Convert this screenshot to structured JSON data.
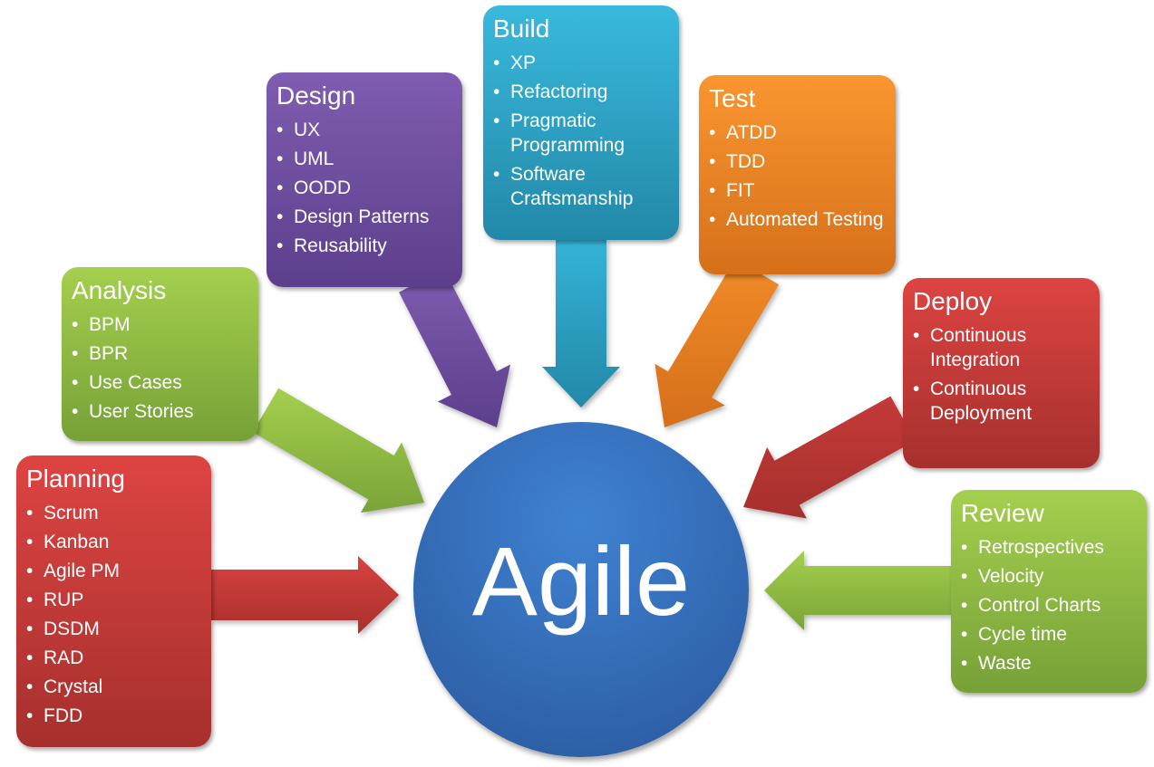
{
  "center": {
    "label": "Agile",
    "color": "#336cc0"
  },
  "boxes": [
    {
      "id": "planning",
      "title": "Planning",
      "color": "#c53a38",
      "items": [
        "Scrum",
        "Kanban",
        "Agile PM",
        "RUP",
        "DSDM",
        "RAD",
        "Crystal",
        "FDD"
      ]
    },
    {
      "id": "analysis",
      "title": "Analysis",
      "color": "#8fbd45",
      "items": [
        "BPM",
        "BPR",
        "Use Cases",
        "User Stories"
      ]
    },
    {
      "id": "design",
      "title": "Design",
      "color": "#6e4f9f",
      "items": [
        "UX",
        "UML",
        "OODD",
        "Design Patterns",
        "Reusability"
      ]
    },
    {
      "id": "build",
      "title": "Build",
      "color": "#2ea2c6",
      "items": [
        "XP",
        "Refactoring",
        "Pragmatic Programming",
        "Software Craftsmanship"
      ]
    },
    {
      "id": "test",
      "title": "Test",
      "color": "#ee8424",
      "items": [
        "ATDD",
        "TDD",
        "FIT",
        "Automated Testing"
      ]
    },
    {
      "id": "deploy",
      "title": "Deploy",
      "color": "#c53a38",
      "items": [
        "Continuous Integration",
        "Continuous Deployment"
      ]
    },
    {
      "id": "review",
      "title": "Review",
      "color": "#8fbd45",
      "items": [
        "Retrospectives",
        "Velocity",
        "Control Charts",
        "Cycle time",
        "Waste"
      ]
    }
  ]
}
